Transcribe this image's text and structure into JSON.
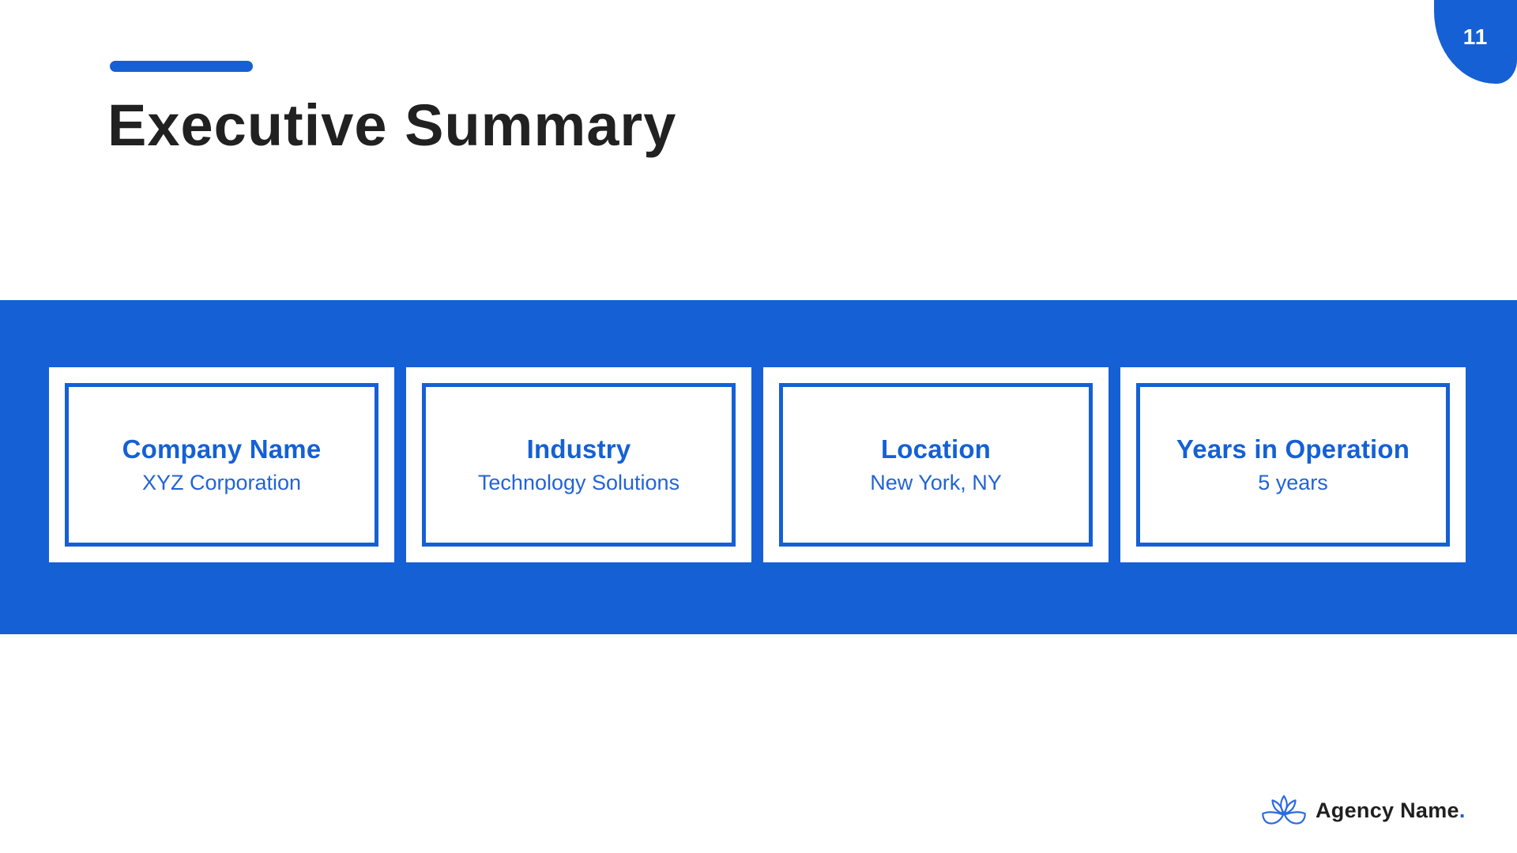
{
  "slide": {
    "title": "Executive Summary",
    "page_number": "11"
  },
  "cards": [
    {
      "label": "Company Name",
      "value": "XYZ Corporation"
    },
    {
      "label": "Industry",
      "value": "Technology Solutions"
    },
    {
      "label": "Location",
      "value": "New York, NY"
    },
    {
      "label": "Years in Operation",
      "value": "5 years"
    }
  ],
  "footer": {
    "brand": "Agency Name",
    "brand_suffix": "."
  },
  "icons": {
    "brand_icon": "lotus-flower-icon"
  },
  "colors": {
    "accent_blue": "#1560D4",
    "title_dark": "#212121",
    "card_bg": "#FFFFFF",
    "page_bg": "#FFFFFF",
    "logo_stroke": "#2B6BE0"
  }
}
